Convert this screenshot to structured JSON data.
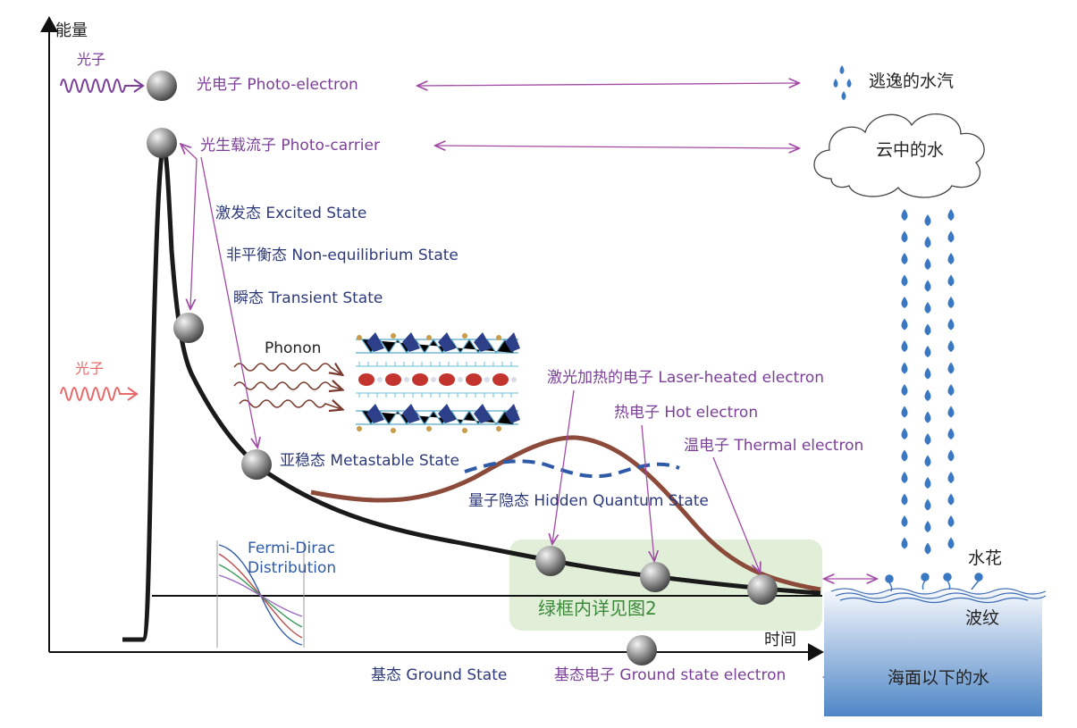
{
  "axes": {
    "y_label": "能量",
    "x_label": "时间"
  },
  "photon_top": {
    "label": "光子",
    "color": "#7b3f98"
  },
  "photon_mid": {
    "label": "光子",
    "color": "#e86a6a"
  },
  "labels": {
    "photo_electron": "光电子 Photo-electron",
    "photo_carrier": "光生载流子 Photo-carrier",
    "excited_state": "激发态 Excited State",
    "non_equilibrium": "非平衡态 Non-equilibrium State",
    "transient_state": "瞬态 Transient State",
    "phonon": "Phonon",
    "metastable_state": "亚稳态 Metastable State",
    "laser_heated": "激光加热的电子 Laser-heated electron",
    "hot_electron": "热电子 Hot electron",
    "thermal_electron": "温电子 Thermal electron",
    "hidden_quantum": "量子隐态 Hidden Quantum State",
    "fermi_dirac_1": "Fermi-Dirac",
    "fermi_dirac_2": "Distribution",
    "green_box": "绿框内详见图2",
    "ground_state": "基态 Ground State",
    "ground_electron": "基态电子 Ground state electron"
  },
  "water": {
    "escaped_vapor": "逃逸的水汽",
    "cloud_water": "云中的水",
    "splash": "水花",
    "ripple": "波纹",
    "below_surface": "海面以下的水"
  },
  "colors": {
    "curve": "#1a1a1a",
    "hot_curve": "#8b4a3a",
    "hidden_curve": "#2e5aa8",
    "arrow_purple": "#a24aa6",
    "green_box": "#e1eed8",
    "drop": "#3b78c4",
    "sea_top": "#f2f6fb",
    "sea_bottom": "#4f86c6",
    "navy_text": "#2d3a7a",
    "purple_text": "#7b3f98"
  }
}
